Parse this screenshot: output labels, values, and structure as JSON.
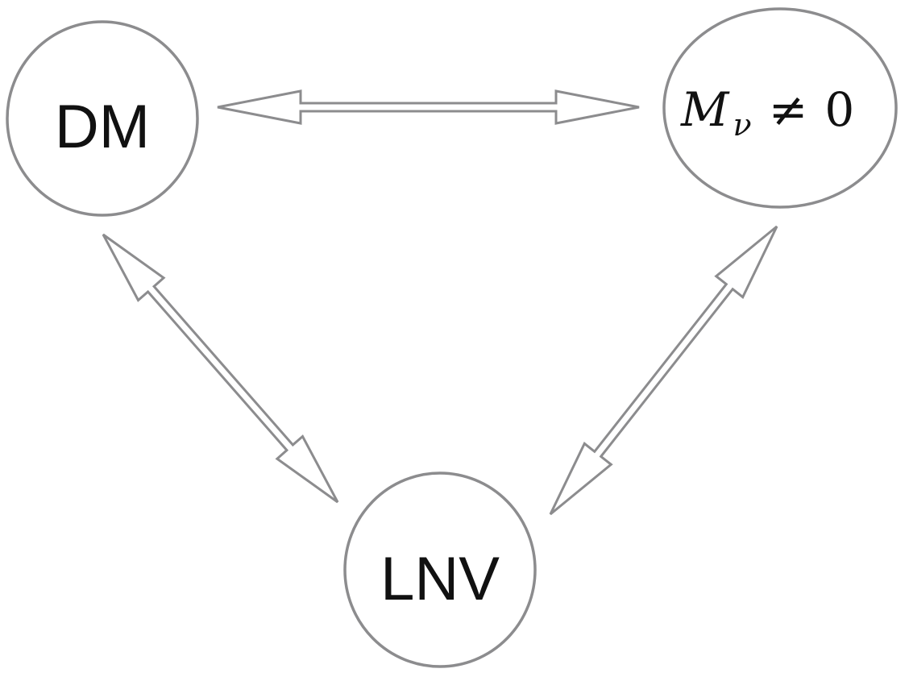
{
  "nodes": {
    "dm": {
      "label": "DM"
    },
    "mnu": {
      "symbol": "M",
      "subscript": "ν",
      "relation": "≠",
      "value": "0"
    },
    "lnv": {
      "label": "LNV"
    }
  },
  "edges": [
    {
      "from": "dm",
      "to": "mnu",
      "style": "double-headed hollow arrow"
    },
    {
      "from": "dm",
      "to": "lnv",
      "style": "double-headed hollow arrow"
    },
    {
      "from": "mnu",
      "to": "lnv",
      "style": "double-headed hollow arrow"
    }
  ],
  "colors": {
    "stroke": "#8c8c8e",
    "text": "#111111",
    "background": "#ffffff"
  }
}
